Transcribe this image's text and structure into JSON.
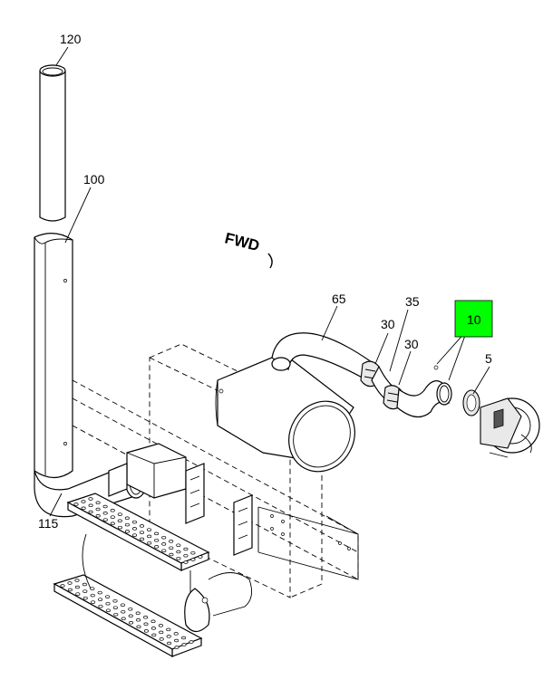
{
  "diagram": {
    "direction_label": "FWD",
    "highlight_color": "#00ff00",
    "callouts": {
      "c120": "120",
      "c100": "100",
      "c65": "65",
      "c35": "35",
      "c30a": "30",
      "c30b": "30",
      "c10": "10",
      "c5": "5",
      "c115": "115"
    }
  }
}
